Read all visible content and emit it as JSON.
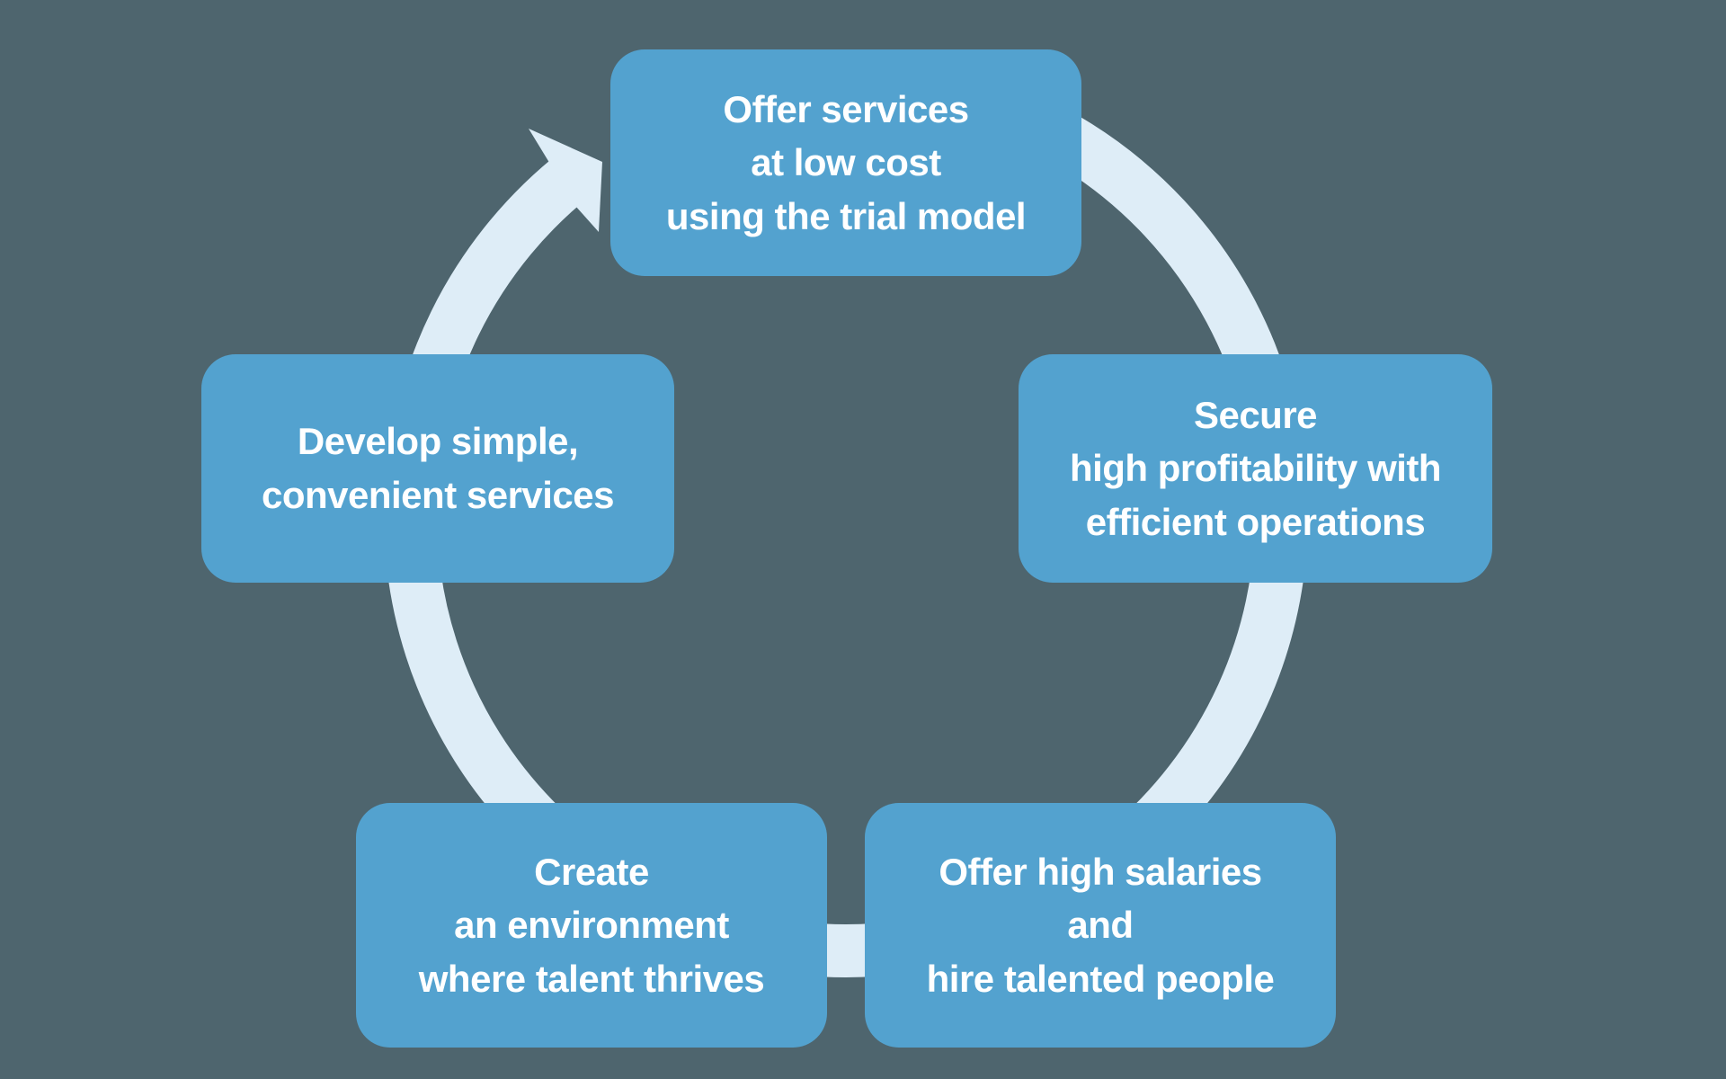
{
  "colors": {
    "background": "#4E656E",
    "node_fill": "#53A2CF",
    "ring": "#DEEDF7",
    "text": "#FFFFFF"
  },
  "cycle": {
    "type": "circular-flow",
    "direction": "clockwise",
    "nodes": [
      {
        "id": "offer-services",
        "position": "top",
        "lines": [
          "Offer services",
          "at low cost",
          "using the trial model"
        ]
      },
      {
        "id": "secure-profitability",
        "position": "right",
        "lines": [
          "Secure",
          "high profitability with",
          "efficient operations"
        ]
      },
      {
        "id": "offer-high-salaries",
        "position": "bottom-right",
        "lines": [
          "Offer high salaries",
          "and",
          "hire talented people"
        ]
      },
      {
        "id": "create-environment",
        "position": "bottom-left",
        "lines": [
          "Create",
          "an environment",
          "where talent thrives"
        ]
      },
      {
        "id": "develop-services",
        "position": "left",
        "lines": [
          "Develop simple,",
          "convenient services"
        ]
      }
    ]
  }
}
